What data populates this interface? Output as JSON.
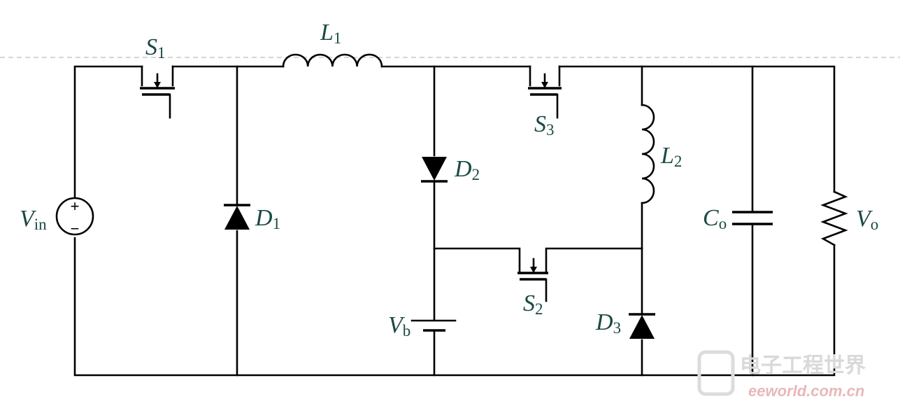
{
  "components": {
    "vin": {
      "name": "V",
      "sub": "in",
      "plus": "+",
      "minus": "−"
    },
    "s1": {
      "name": "S",
      "sub": "1"
    },
    "s2": {
      "name": "S",
      "sub": "2"
    },
    "s3": {
      "name": "S",
      "sub": "3"
    },
    "l1": {
      "name": "L",
      "sub": "1"
    },
    "l2": {
      "name": "L",
      "sub": "2"
    },
    "d1": {
      "name": "D",
      "sub": "1"
    },
    "d2": {
      "name": "D",
      "sub": "2"
    },
    "d3": {
      "name": "D",
      "sub": "3"
    },
    "vb": {
      "name": "V",
      "sub": "b"
    },
    "co": {
      "name": "C",
      "sub": "o"
    },
    "vo": {
      "name": "V",
      "sub": "o"
    }
  },
  "watermark": {
    "chinese": "电子工程世界",
    "url": "eeworld.com.cn"
  }
}
